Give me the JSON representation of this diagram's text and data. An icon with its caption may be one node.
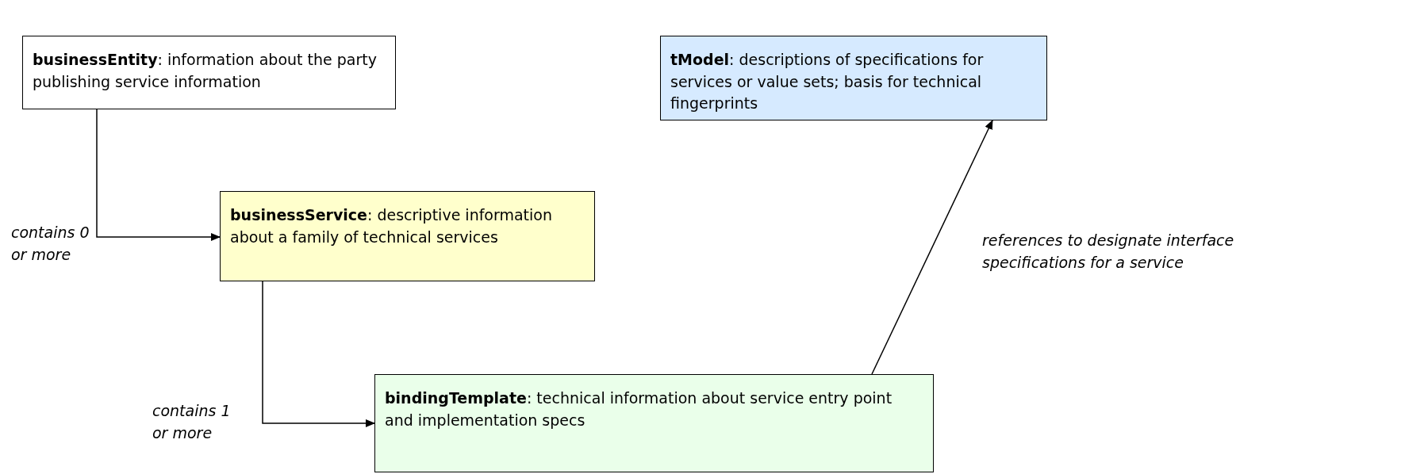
{
  "diagram": {
    "nodes": [
      {
        "text": [
          "**businessEntity**: information about the party publishing service information"
        ]
      },
      {
        "text": [
          "**businessService**: descriptive information about a family of technical services"
        ]
      },
      {
        "text": [
          "**bindingTemplate**: technical information about service entry point and implementation specs"
        ]
      },
      {
        "text": [
          "**tModel**: descriptions of specifications for services or value sets; basis for technical fingerprints"
        ]
      }
    ],
    "edges": [
      {
        "from": 0,
        "to": 1,
        "arrow": "to",
        "label": "contains 0 or more"
      },
      {
        "from": 1,
        "to": 2,
        "arrow": "to",
        "label": "contains 1 or more"
      },
      {
        "from": 2,
        "to": 3,
        "arrow": "to",
        "label": "references to designate interface specifications for a service"
      }
    ]
  }
}
